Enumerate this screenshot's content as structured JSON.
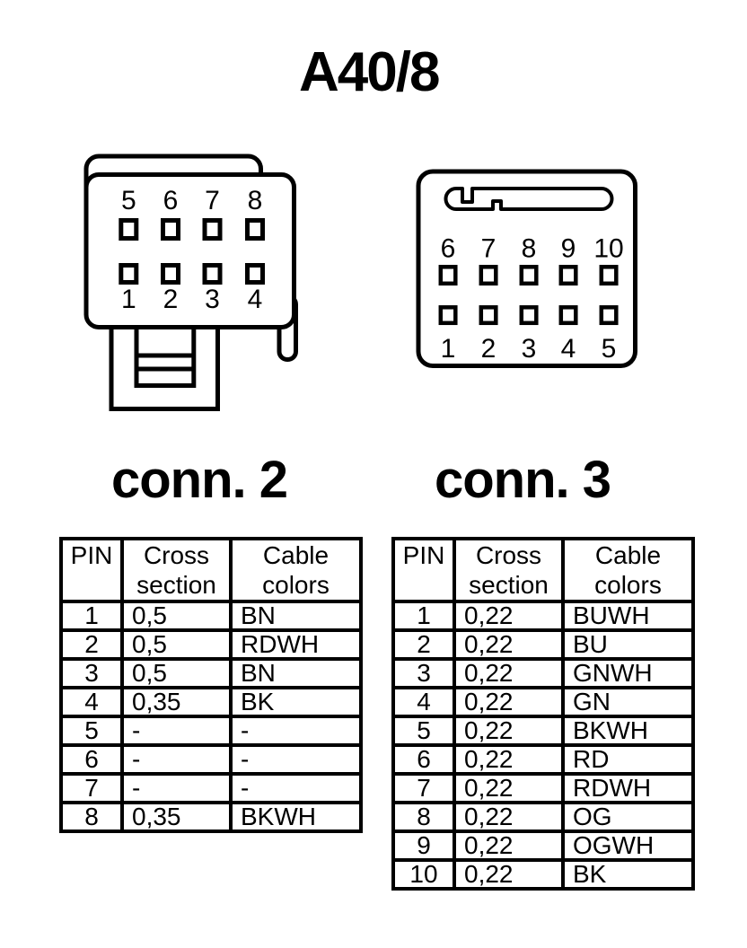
{
  "title": "A40/8",
  "connector2": {
    "label": "conn. 2",
    "pins_top": [
      "5",
      "6",
      "7",
      "8"
    ],
    "pins_bottom": [
      "1",
      "2",
      "3",
      "4"
    ]
  },
  "connector3": {
    "label": "conn. 3",
    "pins_top": [
      "6",
      "7",
      "8",
      "9",
      "10"
    ],
    "pins_bottom": [
      "1",
      "2",
      "3",
      "4",
      "5"
    ]
  },
  "table_conn2": {
    "headers": [
      "PIN",
      "Cross section",
      "Cable colors"
    ],
    "rows": [
      [
        "1",
        "0,5",
        "BN"
      ],
      [
        "2",
        "0,5",
        "RDWH"
      ],
      [
        "3",
        "0,5",
        "BN"
      ],
      [
        "4",
        "0,35",
        "BK"
      ],
      [
        "5",
        "-",
        "-"
      ],
      [
        "6",
        "-",
        "-"
      ],
      [
        "7",
        "-",
        "-"
      ],
      [
        "8",
        "0,35",
        "BKWH"
      ]
    ]
  },
  "table_conn3": {
    "headers": [
      "PIN",
      "Cross section",
      "Cable colors"
    ],
    "rows": [
      [
        "1",
        "0,22",
        "BUWH"
      ],
      [
        "2",
        "0,22",
        "BU"
      ],
      [
        "3",
        "0,22",
        "GNWH"
      ],
      [
        "4",
        "0,22",
        "GN"
      ],
      [
        "5",
        "0,22",
        "BKWH"
      ],
      [
        "6",
        "0,22",
        "RD"
      ],
      [
        "7",
        "0,22",
        "RDWH"
      ],
      [
        "8",
        "0,22",
        "OG"
      ],
      [
        "9",
        "0,22",
        "OGWH"
      ],
      [
        "10",
        "0,22",
        "BK"
      ]
    ]
  },
  "colors": {
    "line": "#000000",
    "background": "#ffffff"
  }
}
